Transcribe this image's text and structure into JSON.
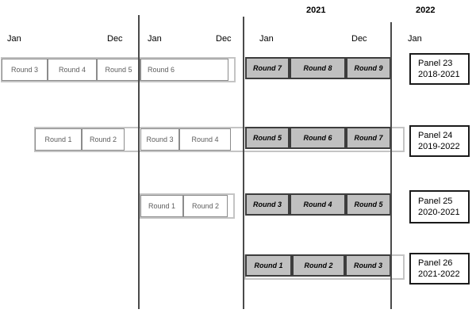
{
  "header": {
    "years": [
      "2021",
      "2022"
    ],
    "months": [
      "Jan",
      "Dec",
      "Jan",
      "Dec",
      "Jan",
      "Dec",
      "Jan"
    ]
  },
  "panels": [
    {
      "name": "Panel 23",
      "period": "2018-2021",
      "white_rounds": [
        "Round 3",
        "Round 4",
        "Round 5",
        "Round 6"
      ],
      "gray_rounds": [
        "Round 7",
        "Round 8",
        "Round 9"
      ]
    },
    {
      "name": "Panel 24",
      "period": "2019-2022",
      "white_rounds": [
        "Round 1",
        "Round 2",
        "Round 3",
        "Round 4"
      ],
      "gray_rounds": [
        "Round 5",
        "Round 6",
        "Round 7"
      ]
    },
    {
      "name": "Panel 25",
      "period": "2020-2021",
      "white_rounds": [
        "Round 1",
        "Round 2"
      ],
      "gray_rounds": [
        "Round 3",
        "Round 4",
        "Round 5"
      ]
    },
    {
      "name": "Panel 26",
      "period": "2021-2022",
      "white_rounds": [],
      "gray_rounds": [
        "Round 1",
        "Round 2",
        "Round 3"
      ]
    }
  ],
  "palette": {
    "highlight_fill": "#c0c0c0",
    "highlight_border": "#3d3d3d",
    "duration_bar_border": "#c4c4c4",
    "white_round_border": "#8c8c8c",
    "white_round_text": "#5d5d5d",
    "divider_line": "#4a4a4a"
  }
}
